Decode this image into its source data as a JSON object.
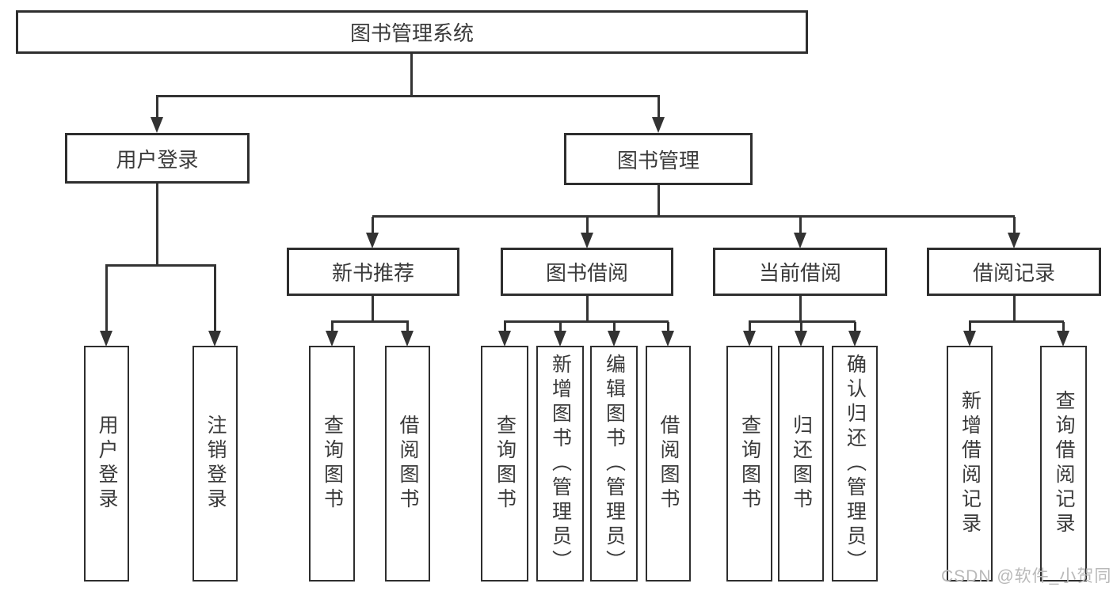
{
  "tree": {
    "label": "图书管理系统",
    "children": [
      {
        "label": "用户登录",
        "children": [
          {
            "label": "用户登录"
          },
          {
            "label": "注销登录"
          }
        ]
      },
      {
        "label": "图书管理",
        "children": [
          {
            "label": "新书推荐",
            "children": [
              {
                "label": "查询图书"
              },
              {
                "label": "借阅图书"
              }
            ]
          },
          {
            "label": "图书借阅",
            "children": [
              {
                "label": "查询图书"
              },
              {
                "label": "新增图书（管理员）"
              },
              {
                "label": "编辑图书（管理员）"
              },
              {
                "label": "借阅图书"
              }
            ]
          },
          {
            "label": "当前借阅",
            "children": [
              {
                "label": "查询图书"
              },
              {
                "label": "归还图书"
              },
              {
                "label": "确认归还（管理员）"
              }
            ]
          },
          {
            "label": "借阅记录",
            "children": [
              {
                "label": "新增借阅记录"
              },
              {
                "label": "查询借阅记录"
              }
            ]
          }
        ]
      }
    ]
  },
  "watermark": {
    "text": "CSDN @软件_小贺同学"
  },
  "colors": {
    "line": "#333333",
    "box_border": "#2e2e2e",
    "text": "#3a3a3a",
    "watermark": "#b9b9b9",
    "background": "#ffffff"
  }
}
